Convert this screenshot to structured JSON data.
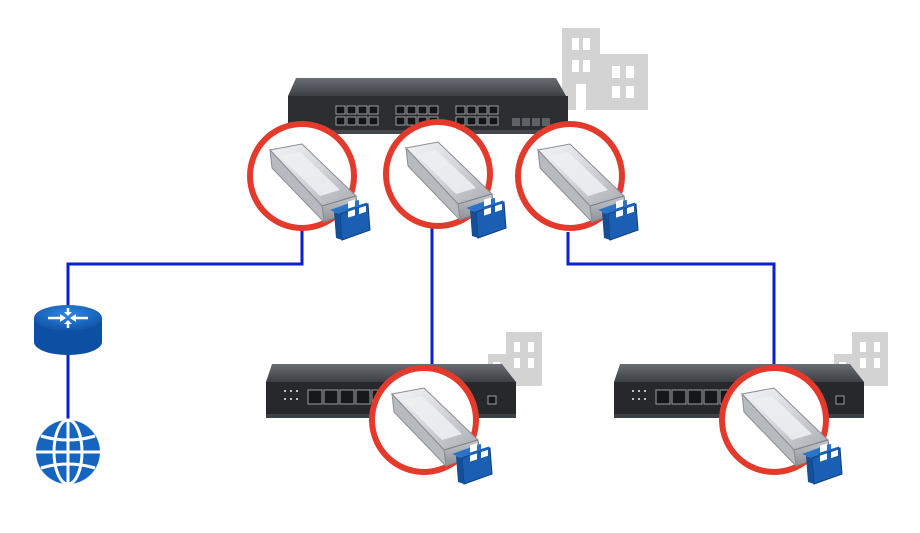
{
  "colors": {
    "background": "#ffffff",
    "link": "#0a1fd6",
    "highlight_ring": "#e33a2c",
    "switch_body": "#2b2d31",
    "switch_top": "#55585e",
    "building": "#d3d3d3",
    "module_shell": "#d9dadd",
    "module_port": "#1a5fb4",
    "router": "#1565c0",
    "globe": "#1565c0"
  },
  "icons": {
    "core_switch": "rack-switch-icon",
    "access_switch": "desktop-switch-icon",
    "building": "building-icon",
    "sfp_module": "sfp-transceiver-icon",
    "router": "router-icon",
    "internet": "globe-icon"
  },
  "nodes": [
    {
      "id": "internet",
      "icon": "globe-icon"
    },
    {
      "id": "router",
      "icon": "router-icon"
    },
    {
      "id": "core-switch",
      "icon": "rack-switch-icon",
      "ports_highlighted": 3
    },
    {
      "id": "access-switch-1",
      "icon": "desktop-switch-icon",
      "ports_highlighted": 1
    },
    {
      "id": "access-switch-2",
      "icon": "desktop-switch-icon",
      "ports_highlighted": 1
    }
  ],
  "links": [
    {
      "from": "internet",
      "to": "router"
    },
    {
      "from": "router",
      "to": "core-switch"
    },
    {
      "from": "core-switch",
      "to": "access-switch-1"
    },
    {
      "from": "core-switch",
      "to": "access-switch-2"
    }
  ]
}
